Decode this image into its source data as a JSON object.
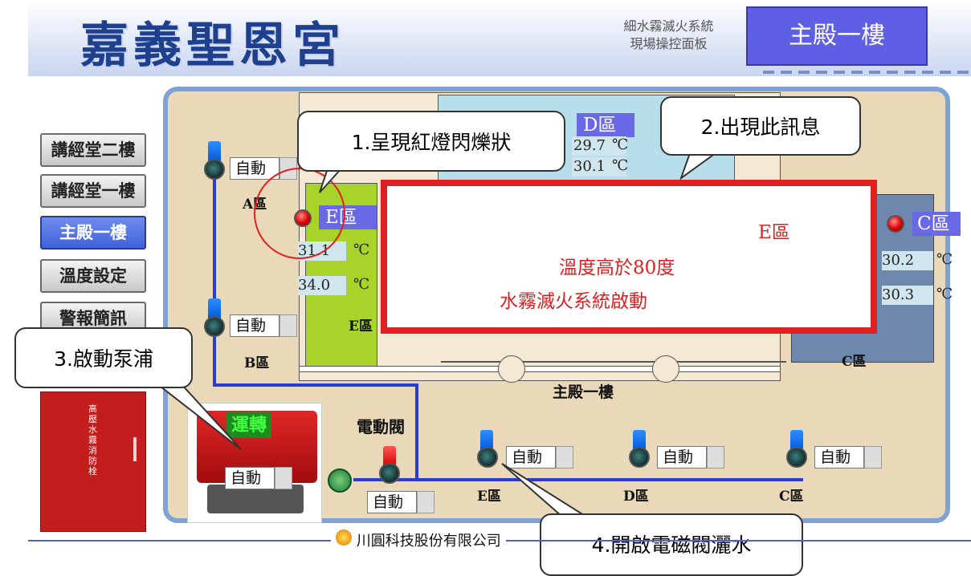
{
  "header": {
    "app_title": "嘉義聖恩宮",
    "subtitle_line1": "細水霧滅火系統",
    "subtitle_line2": "現場操控面板",
    "current_floor": "主殿一樓"
  },
  "nav": {
    "items": [
      {
        "label": "講經堂二樓"
      },
      {
        "label": "講經堂一樓"
      },
      {
        "label": "主殿一樓"
      },
      {
        "label": "溫度設定"
      },
      {
        "label": "警報簡訊"
      }
    ]
  },
  "hydrant": {
    "label": "高壓水霧消防栓"
  },
  "plan": {
    "floor_name": "主殿一樓",
    "zones": {
      "A": {
        "label": "A區",
        "mode": "自動"
      },
      "B": {
        "label": "B區",
        "mode": "自動"
      },
      "E": {
        "tag": "E區",
        "temp1": "31.1",
        "temp2": "34.0",
        "label": "E區"
      },
      "D": {
        "tag": "D區",
        "temp1": "29.7",
        "temp2": "30.1"
      },
      "C": {
        "tag": "C區",
        "temp1": "30.2",
        "temp2": "30.3",
        "label": "C區"
      }
    },
    "temp_unit": "℃",
    "valve_label": "電動閥",
    "valve_mode": "自動",
    "pump_status": "運轉",
    "pump_mode": "自動",
    "bottom_valves": [
      {
        "label": "E區",
        "mode": "自動"
      },
      {
        "label": "D區",
        "mode": "自動"
      },
      {
        "label": "C區",
        "mode": "自動"
      }
    ]
  },
  "alarm": {
    "zone": "E區",
    "line1": "溫度高於80度",
    "line2": "水霧滅火系統啟動"
  },
  "callouts": {
    "c1": "1.呈現紅燈閃爍狀",
    "c2": "2.出現此訊息",
    "c3": "3.啟動泵浦",
    "c4": "4.開啟電磁閥灑水"
  },
  "footer": {
    "company": "川圓科技股份有限公司"
  },
  "colors": {
    "accent": "#5f5fe6",
    "alarm": "#e02020",
    "pipe": "#2a3cd8"
  }
}
